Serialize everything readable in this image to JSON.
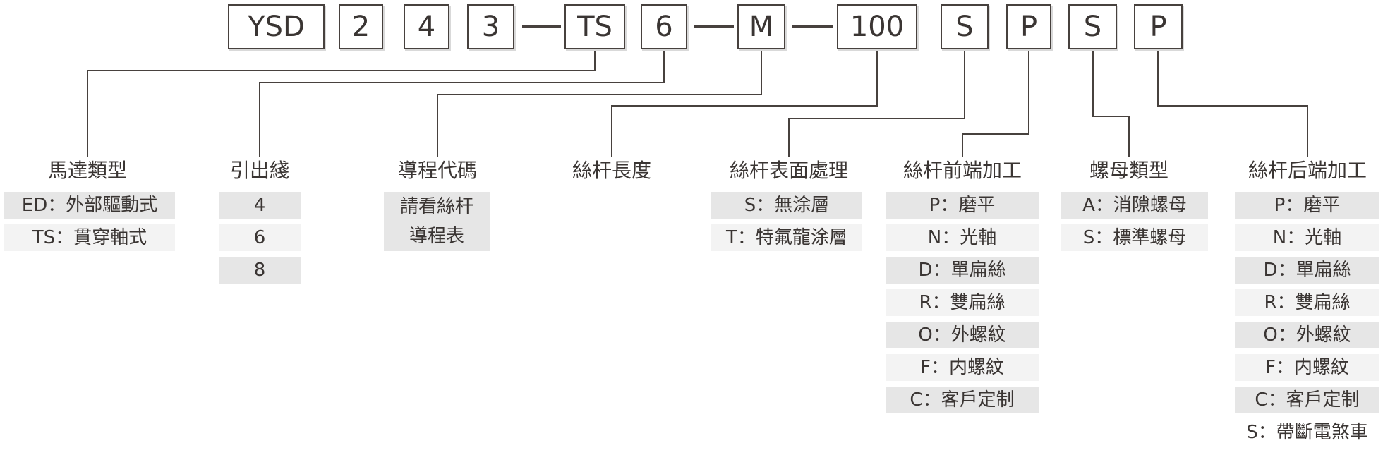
{
  "diagram_title": "YSD ordering code diagram",
  "code": {
    "segments": [
      "YSD",
      "2",
      "4",
      "3",
      "TS",
      "6",
      "M",
      "100",
      "S",
      "P",
      "S",
      "P"
    ]
  },
  "columns": [
    {
      "title": "馬達類型",
      "items": [
        "ED：外部驅動式",
        "TS：貫穿軸式"
      ]
    },
    {
      "title": "引出綫",
      "items": [
        "4",
        "6",
        "8"
      ]
    },
    {
      "title": "導程代碼",
      "note_lines": [
        "請看絲杆",
        "導程表"
      ]
    },
    {
      "title": "絲杆長度",
      "items": []
    },
    {
      "title": "絲杆表面處理",
      "items": [
        "S：無涂層",
        "T：特氟龍涂層"
      ]
    },
    {
      "title": "絲杆前端加工",
      "items": [
        "P：磨平",
        "N：光軸",
        "D：單扁絲",
        "R：雙扁絲",
        "O：外螺紋",
        "F：内螺紋",
        "C：客戶定制"
      ]
    },
    {
      "title": "螺母類型",
      "items": [
        "A：消隙螺母",
        "S：標準螺母"
      ]
    },
    {
      "title": "絲杆后端加工",
      "items": [
        "P：磨平",
        "N：光軸",
        "D：單扁絲",
        "R：雙扁絲",
        "O：外螺紋",
        "F：内螺紋",
        "C：客戶定制",
        "S：帶斷電煞車"
      ]
    }
  ],
  "colors": {
    "ink": "#3a3533",
    "line": "#47413e",
    "shade_strong": "#e6e6e6",
    "shade_light": "#f3f3f3",
    "background": "#ffffff"
  }
}
